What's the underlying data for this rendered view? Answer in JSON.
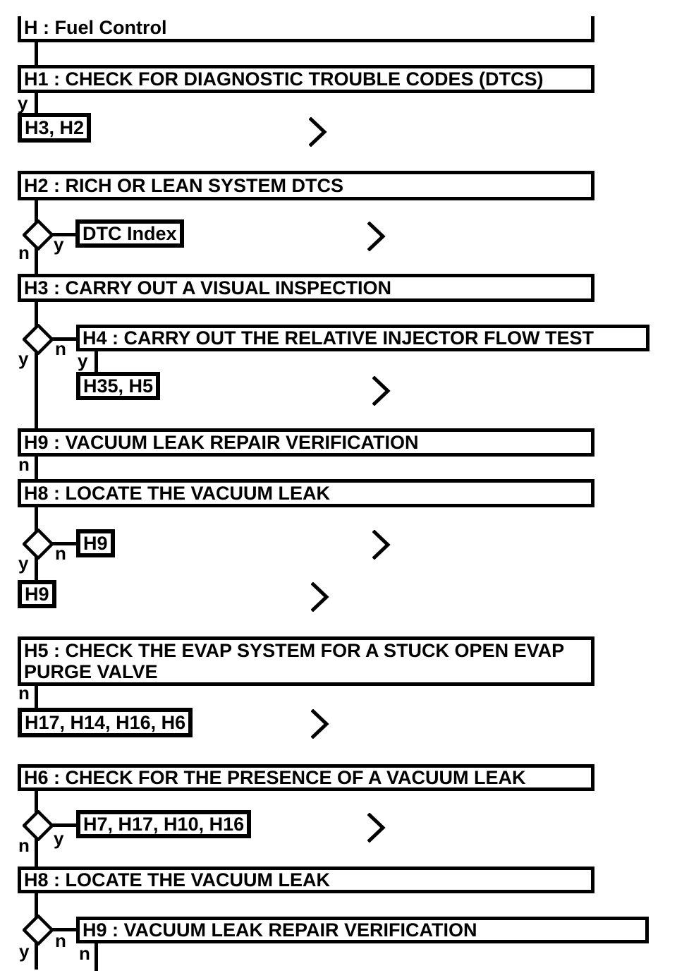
{
  "flowchart": {
    "title": "H : Fuel Control",
    "branch_labels": {
      "yes": "y",
      "no": "n"
    },
    "steps": {
      "h1": "H1 : CHECK FOR DIAGNOSTIC TROUBLE CODES (DTCS)",
      "h2": "H2 : RICH OR LEAN SYSTEM DTCS",
      "h3": "H3 : CARRY OUT A VISUAL INSPECTION",
      "h4": "H4 : CARRY OUT THE RELATIVE INJECTOR FLOW TEST",
      "h5": "H5 : CHECK THE EVAP SYSTEM FOR A STUCK OPEN EVAP PURGE VALVE",
      "h6": "H6 : CHECK FOR THE PRESENCE OF A VACUUM LEAK",
      "h8_first": "H8 : LOCATE THE VACUUM LEAK",
      "h8_second": "H8 : LOCATE THE VACUUM LEAK",
      "h9_verification_first": "H9 : VACUUM LEAK REPAIR VERIFICATION",
      "h9_verification_second": "H9 : VACUUM LEAK REPAIR VERIFICATION"
    },
    "references": {
      "after_h1_yes": "H3, H2",
      "dtc_index": "DTC Index",
      "after_h4_yes": "H35, H5",
      "after_h8_no": "H9",
      "after_h8_yes": "H9",
      "after_h5_no": "H17, H14, H16, H6",
      "after_h6_yes": "H7, H17, H10, H16"
    }
  },
  "colors": {
    "ink": "#000000",
    "background": "#ffffff"
  }
}
